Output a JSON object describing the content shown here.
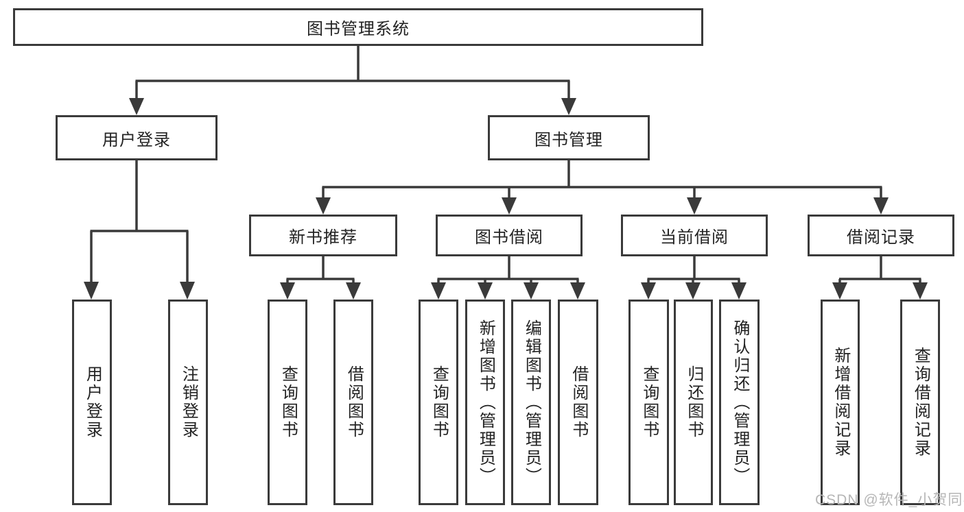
{
  "diagram": {
    "title": "图书管理系统",
    "colors": {
      "line": "#3a3a3a",
      "box_border": "#3a3a3a",
      "text": "#232323",
      "background": "#ffffff",
      "watermark": "#b6b6b6"
    },
    "root": {
      "label": "图书管理系统"
    },
    "level2": [
      {
        "id": "user-login",
        "label": "用户登录"
      },
      {
        "id": "book-management",
        "label": "图书管理"
      }
    ],
    "level3": [
      {
        "id": "new-book-recommend",
        "label": "新书推荐"
      },
      {
        "id": "book-borrowing",
        "label": "图书借阅"
      },
      {
        "id": "current-borrowing",
        "label": "当前借阅"
      },
      {
        "id": "borrowing-records",
        "label": "借阅记录"
      }
    ],
    "leaves": [
      {
        "id": "user-login-leaf",
        "parent": "用户登录",
        "label": "用户登录"
      },
      {
        "id": "logout-leaf",
        "parent": "用户登录",
        "label": "注销登录"
      },
      {
        "id": "query-books-recommend",
        "parent": "新书推荐",
        "label": "查询图书"
      },
      {
        "id": "borrow-books-recommend",
        "parent": "新书推荐",
        "label": "借阅图书"
      },
      {
        "id": "query-books-borrowing",
        "parent": "图书借阅",
        "label": "查询图书"
      },
      {
        "id": "add-books-admin",
        "parent": "图书借阅",
        "label": "新增图书（管理员）"
      },
      {
        "id": "edit-books-admin",
        "parent": "图书借阅",
        "label": "编辑图书（管理员）"
      },
      {
        "id": "borrow-books-borrowing",
        "parent": "图书借阅",
        "label": "借阅图书"
      },
      {
        "id": "query-books-current",
        "parent": "当前借阅",
        "label": "查询图书"
      },
      {
        "id": "return-books",
        "parent": "当前借阅",
        "label": "归还图书"
      },
      {
        "id": "confirm-return-admin",
        "parent": "当前借阅",
        "label": "确认归还（管理员）"
      },
      {
        "id": "add-borrow-record",
        "parent": "借阅记录",
        "label": "新增借阅记录"
      },
      {
        "id": "query-borrow-record",
        "parent": "借阅记录",
        "label": "查询借阅记录"
      }
    ],
    "watermark": "CSDN @软件_小贺同学"
  }
}
